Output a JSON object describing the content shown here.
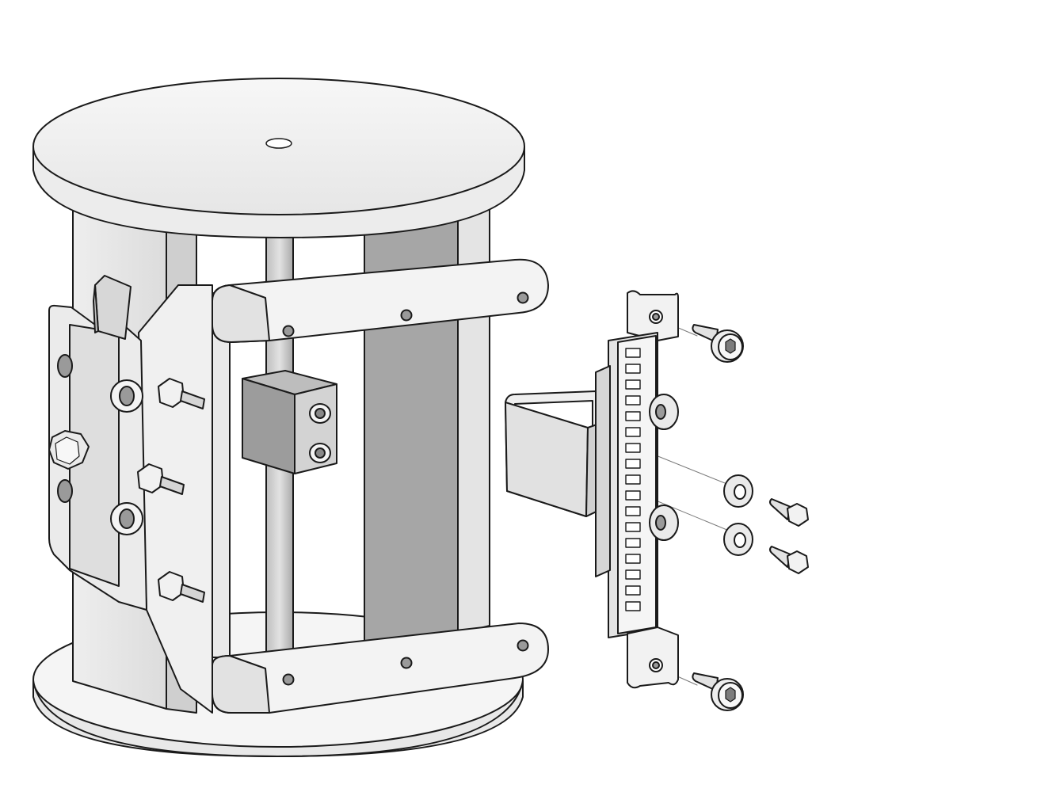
{
  "figure": {
    "style": "exploded isometric line drawing, no text labels",
    "colors": {
      "outline": "#1a1a1a",
      "light_fill": "#f4f4f4",
      "mid_fill": "#d9d9d9",
      "dark_fill": "#9a9a9a",
      "shadow_fill": "#b8b8b8",
      "background": "#ffffff"
    },
    "components": [
      "cylindrical-frame",
      "top-disc",
      "bottom-disc",
      "center-rod",
      "sliding-block",
      "hinge-bracket",
      "upper-arm",
      "lower-arm",
      "rail-bracket",
      "clip-mount",
      "socket-cap-screw",
      "hex-bolt",
      "flat-washer"
    ]
  }
}
